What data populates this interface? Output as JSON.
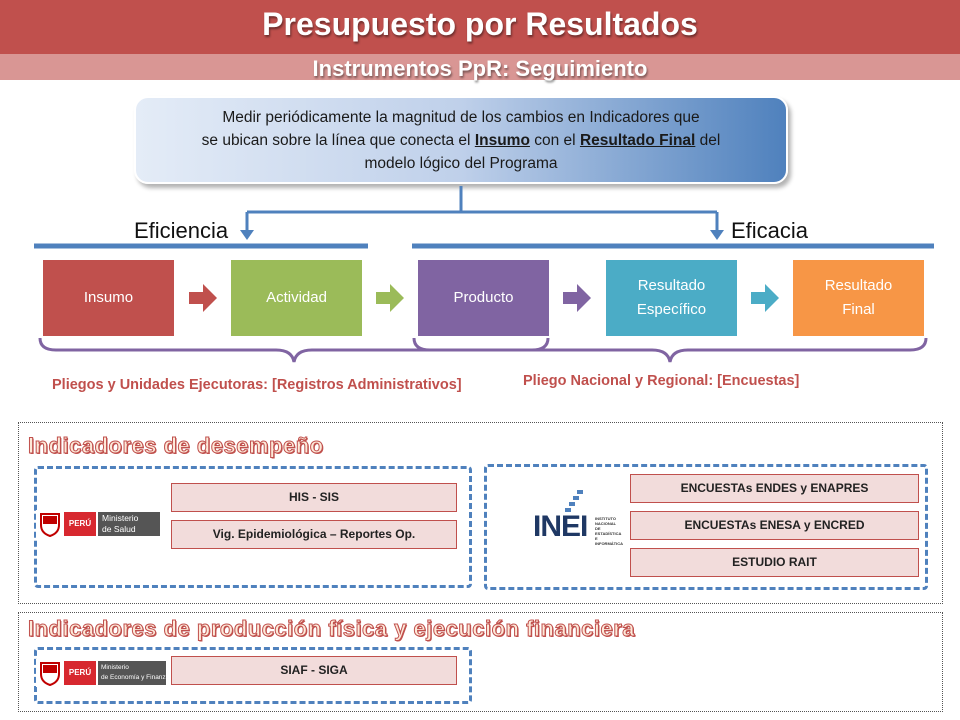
{
  "header": {
    "title": "Presupuesto por Resultados",
    "subtitle": "Instrumentos PpR: Seguimiento"
  },
  "top_box": {
    "line1": "Medir periódicamente la magnitud de los cambios en Indicadores que",
    "line2_pre": "se ubican sobre la línea que conecta el",
    "insumo": "Insumo",
    "line2_mid": "con el",
    "resultado_final": "Resultado Final",
    "line2_post": "del",
    "line3": "modelo lógico del Programa"
  },
  "branches": {
    "left": "Eficiencia",
    "right": "Eficacia"
  },
  "stages": [
    {
      "label": "Insumo",
      "color": "#c0504d"
    },
    {
      "label": "Actividad",
      "color": "#9bbb59"
    },
    {
      "label": "Producto",
      "color": "#8064a2"
    },
    {
      "label": "Resultado Específico",
      "line1": "Resultado",
      "line2": "Específico",
      "color": "#4bacc6"
    },
    {
      "label": "Resultado Final",
      "line1": "Resultado",
      "line2": "Final",
      "color": "#f79646"
    }
  ],
  "groups": {
    "left": "Pliegos y Unidades Ejecutoras: [Registros Administrativos]",
    "right": "Pliego Nacional y Regional: [Encuestas]"
  },
  "section1": {
    "title": "Indicadores de desempeño",
    "minsa_logo": {
      "peru": "PERÚ",
      "name_line1": "Ministerio",
      "name_line2": "de Salud"
    },
    "minsa_sources": [
      "HIS - SIS",
      "Vig. Epidemiológica – Reportes Op."
    ],
    "inei_logo": {
      "name": "INEI",
      "sub": [
        "INSTITUTO",
        "NACIONAL",
        "DE",
        "ESTADÍSTICA E",
        "INFORMÁTICA"
      ]
    },
    "inei_sources": [
      "ENCUESTAs ENDES y ENAPRES",
      "ENCUESTAs ENESA y ENCRED",
      "ESTUDIO RAIT"
    ]
  },
  "section2": {
    "title": "Indicadores de producción física y ejecución financiera",
    "mef_logo": {
      "peru": "PERÚ",
      "name_line1": "Ministerio",
      "name_line2": "de Economía y Finanzas"
    },
    "sources": [
      "SIAF - SIGA"
    ]
  },
  "colors": {
    "header": "#c0504d",
    "subheader": "#d99694",
    "connector": "#4f81bd",
    "dash": "#4f81bd"
  }
}
